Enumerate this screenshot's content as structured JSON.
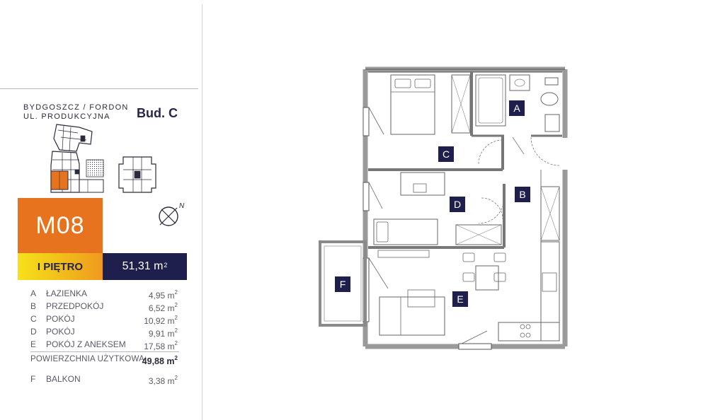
{
  "address": {
    "line1": "BYDGOSZCZ / FORDON",
    "line2": "UL. PRODUKCYJNA"
  },
  "building": "Bud. C",
  "compass_label": "N",
  "unit": {
    "code": "M08",
    "floor": "I PIĘTRO",
    "area_value": "51,31 m",
    "area_sup": "2",
    "highlight_color": "#e8731e",
    "navy_color": "#1f1f4d"
  },
  "rooms": [
    {
      "letter": "A",
      "name": "ŁAZIENKA",
      "size": "4,95 m",
      "sup": "2"
    },
    {
      "letter": "B",
      "name": "PRZEDPOKÓJ",
      "size": "6,52 m",
      "sup": "2"
    },
    {
      "letter": "C",
      "name": "POKÓJ",
      "size": "10,92 m",
      "sup": "2"
    },
    {
      "letter": "D",
      "name": "POKÓJ",
      "size": "9,91 m",
      "sup": "2"
    },
    {
      "letter": "E",
      "name": "POKÓJ Z ANEKSEM",
      "size": "17,58 m",
      "sup": "2"
    }
  ],
  "total": {
    "label": "POWIERZCHNIA UŻYTKOWA:",
    "value": "49,88 m",
    "sup": "2"
  },
  "balcony": {
    "letter": "F",
    "name": "BALKON",
    "size": "3,38 m",
    "sup": "2"
  },
  "plan_labels": {
    "a": "A",
    "b": "B",
    "c": "C",
    "d": "D",
    "e": "E",
    "f": "F"
  }
}
